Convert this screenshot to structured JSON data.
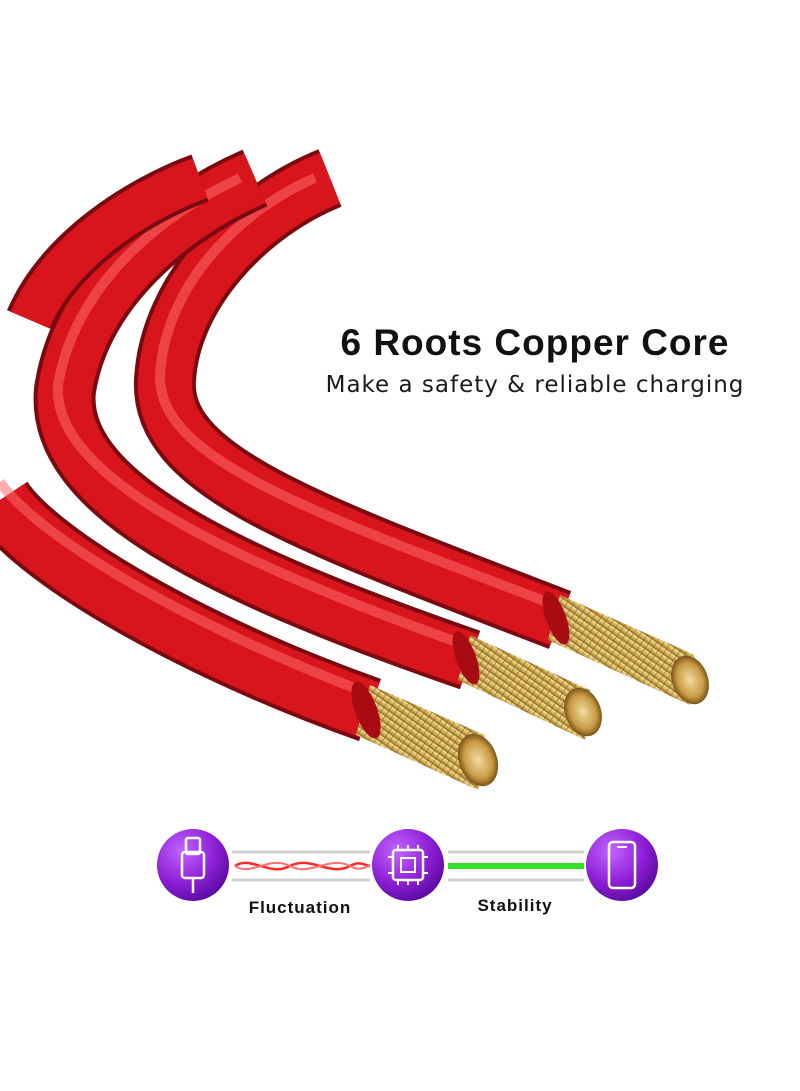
{
  "headline": {
    "title": "6 Roots Copper Core",
    "subtitle": "Make a safety & reliable charging"
  },
  "diagram": {
    "fluctuation_label": "Fluctuation",
    "stability_label": "Stability",
    "icons": [
      "usb-plug-icon",
      "chip-icon",
      "smartphone-icon"
    ]
  },
  "colors": {
    "cable_red": "#d8141c",
    "copper": "#d9b45a",
    "icon_purple": "#8e1fd6",
    "stable_line": "#33e02a",
    "fluctuation_line": "#ff2a2a"
  }
}
